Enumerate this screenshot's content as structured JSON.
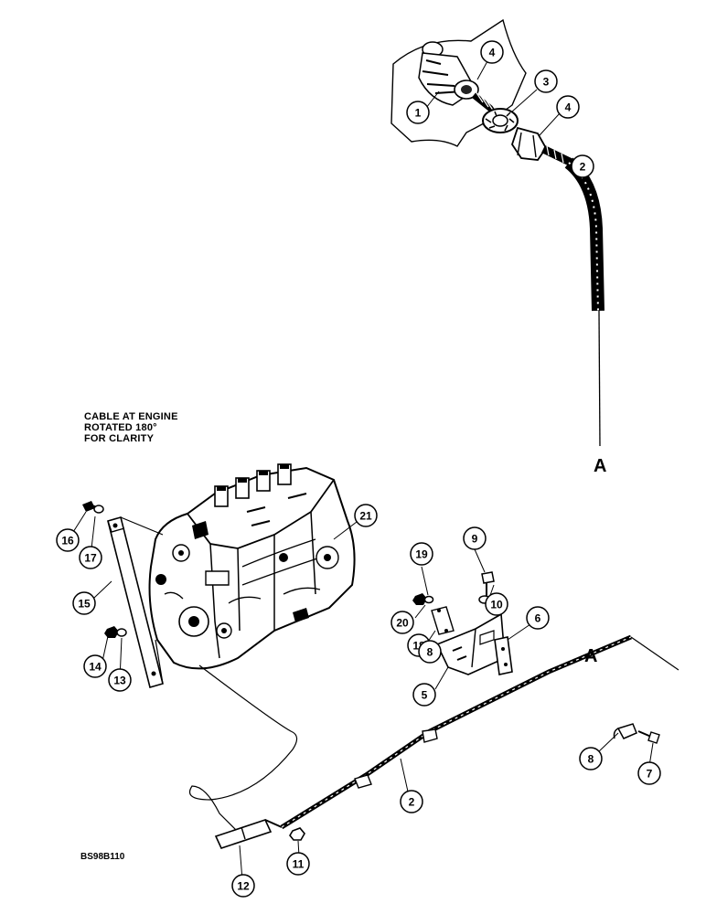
{
  "note": {
    "line1": "CABLE AT ENGINE",
    "line2": "ROTATED 180°",
    "line3": "FOR CLARITY"
  },
  "figure_id": "BS98B110",
  "reference_labels": {
    "top": "A",
    "bottom": "A"
  },
  "callouts": {
    "c1": "1",
    "c2_top": "2",
    "c3": "3",
    "c4_top": "4",
    "c4_bottom": "4",
    "c2_bottom": "2",
    "c5": "5",
    "c6": "6",
    "c7": "7",
    "c8_left": "8",
    "c8_right": "8",
    "c9": "9",
    "c10": "10",
    "c11": "11",
    "c12": "12",
    "c13": "13",
    "c14": "14",
    "c15": "15",
    "c16": "16",
    "c17": "17",
    "c18": "18",
    "c19": "19",
    "c20": "20",
    "c21": "21"
  }
}
